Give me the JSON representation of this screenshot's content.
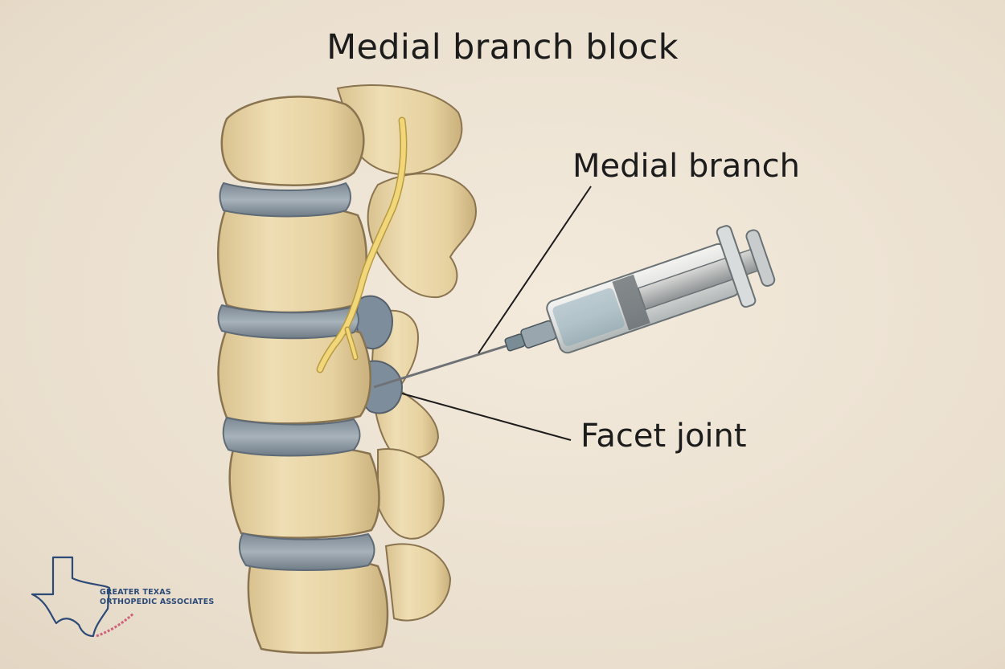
{
  "title": "Medial branch block",
  "labels": {
    "medial_branch": "Medial branch",
    "facet_joint": "Facet joint"
  },
  "logo": {
    "line1": "GREATER TEXAS",
    "line2": "ORTHOPEDIC ASSOCIATES"
  },
  "colors": {
    "background": "#ede3d4",
    "bone": "#e8d6a8",
    "disc": "#8e9aa4",
    "nerve": "#f2d77a",
    "logo_blue": "#2c4a78",
    "logo_pink": "#d0607a"
  }
}
